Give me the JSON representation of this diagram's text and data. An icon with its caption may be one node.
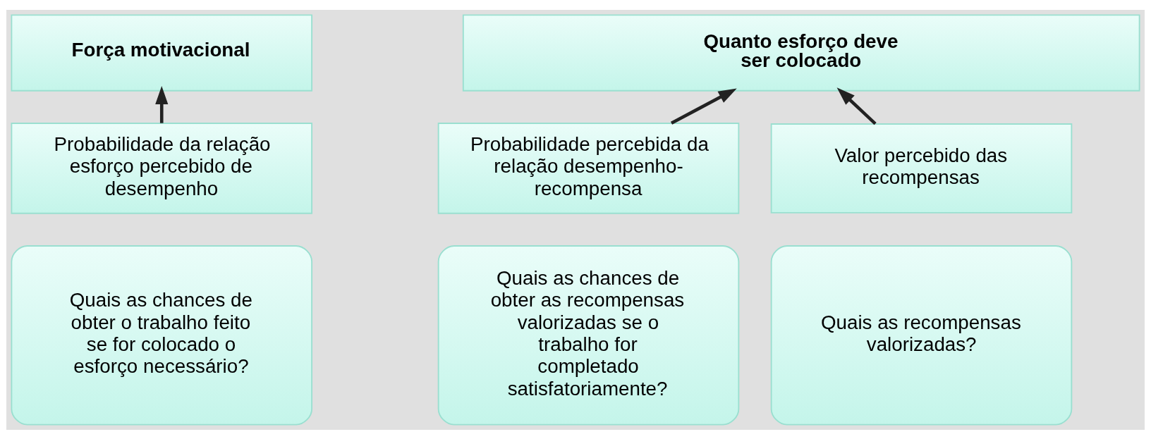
{
  "diagram": {
    "nodes": [
      {
        "text": [
          "Força motivacional"
        ]
      },
      {
        "text": [
          "Quanto esforço deve ser colocado"
        ]
      },
      {
        "text": [
          "Probabilidade da relação esforço percebido de desempenho"
        ]
      },
      {
        "text": [
          "Valor percebido das recompensas"
        ]
      },
      {
        "text": [
          "Probabilidade percebida da relação desempenho-recompensa"
        ]
      },
      {
        "text": [
          "Quais as chances de obter o trabalho feito se for colocado o esforço necessário?"
        ]
      },
      {
        "text": [
          "Quais as recompensas valorizadas?"
        ]
      },
      {
        "text": [
          "Quais as chances de obter as recompensas valorizadas se o trabalho for completado satisfatoriamente?"
        ]
      }
    ],
    "edges": [
      {
        "from": 2,
        "to": 0,
        "arrow": "to"
      },
      {
        "from": 3,
        "to": 1,
        "arrow": "to"
      },
      {
        "from": 4,
        "to": 1,
        "arrow": "to"
      }
    ]
  }
}
